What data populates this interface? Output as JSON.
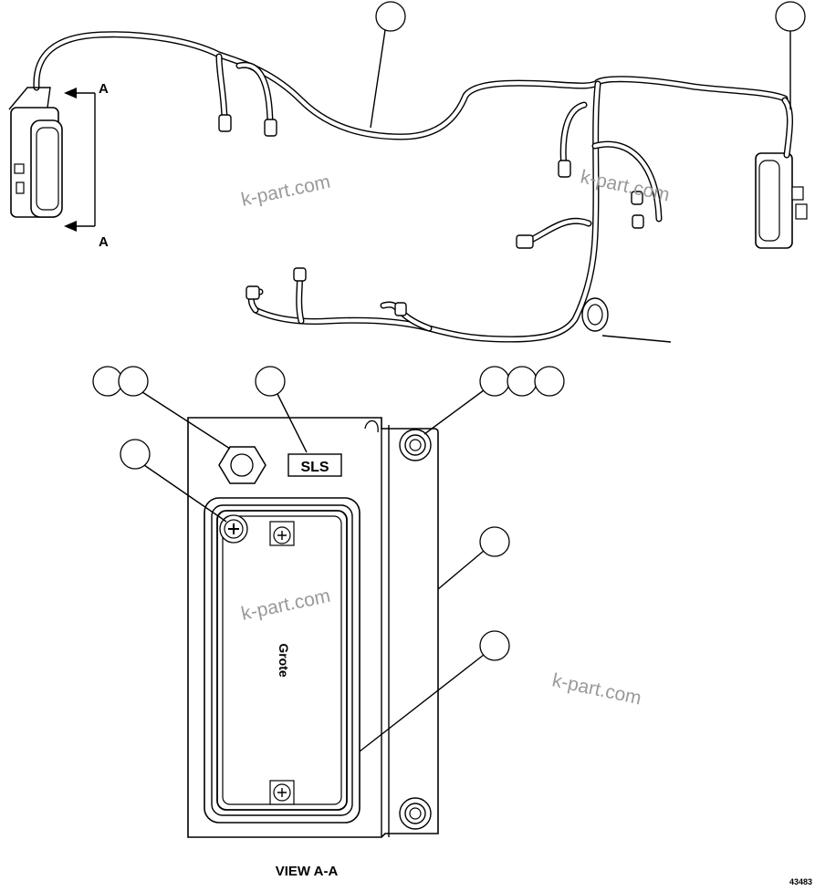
{
  "diagram": {
    "section_arrow_top": "A",
    "section_arrow_bottom": "A",
    "sls_label": "SLS",
    "lens_brand": "Grote",
    "view_caption": "VIEW A-A",
    "part_number": "43483",
    "watermarks": [
      "k-part.com",
      "k-part.com",
      "k-part.com",
      "k-part.com"
    ]
  }
}
